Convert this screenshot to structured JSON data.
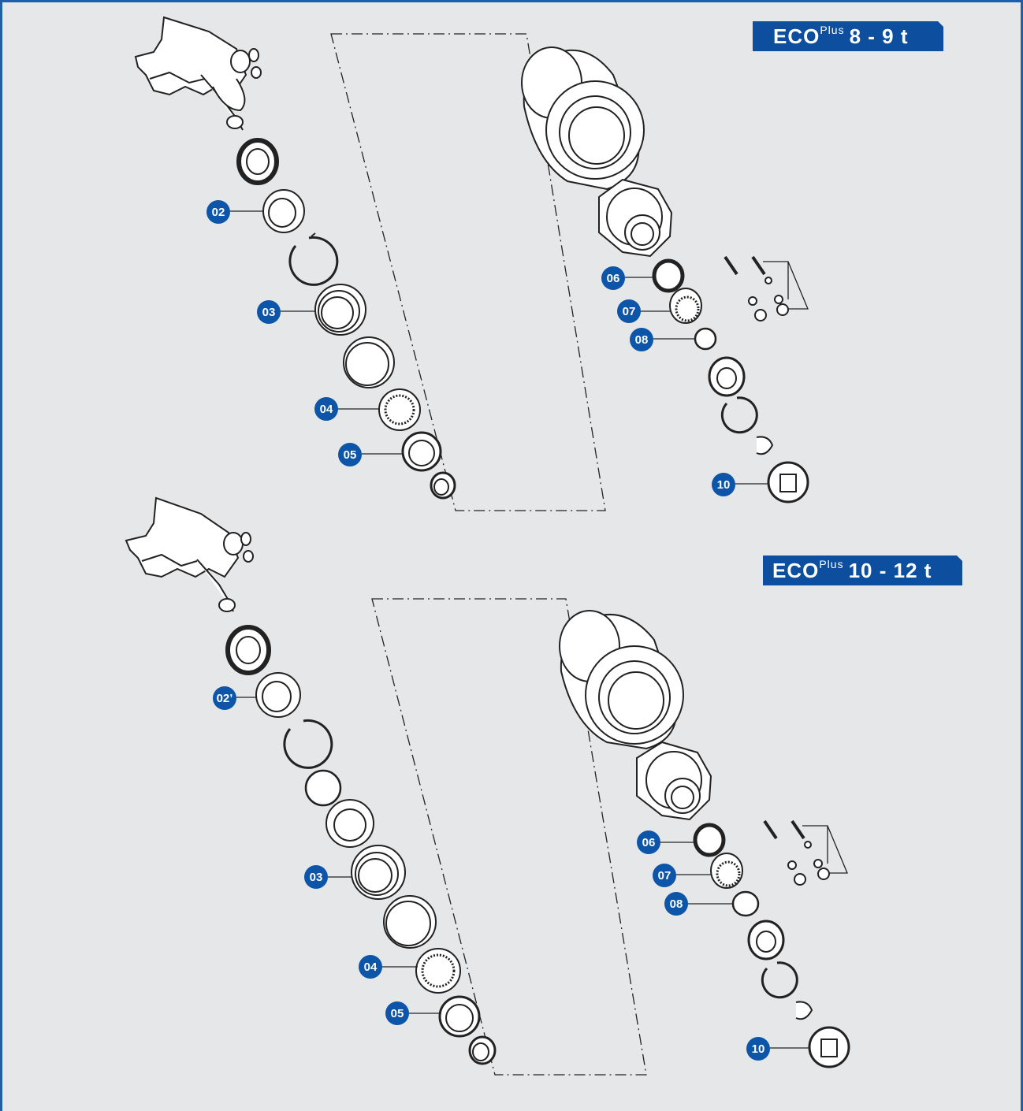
{
  "diagrams": [
    {
      "title": {
        "brand": "ECO",
        "sup": "Plus",
        "range": "8 - 9 t"
      },
      "labels": [
        "02",
        "03",
        "04",
        "05",
        "06",
        "07",
        "08",
        "10"
      ]
    },
    {
      "title": {
        "brand": "ECO",
        "sup": "Plus",
        "range": "10 - 12 t"
      },
      "labels": [
        "02’",
        "03",
        "04",
        "05",
        "06",
        "07",
        "08",
        "10"
      ]
    }
  ],
  "colors": {
    "background": "#e6e7e9",
    "accent": "#0d4f9e",
    "label": "#0d55a8",
    "line": "#222222"
  }
}
